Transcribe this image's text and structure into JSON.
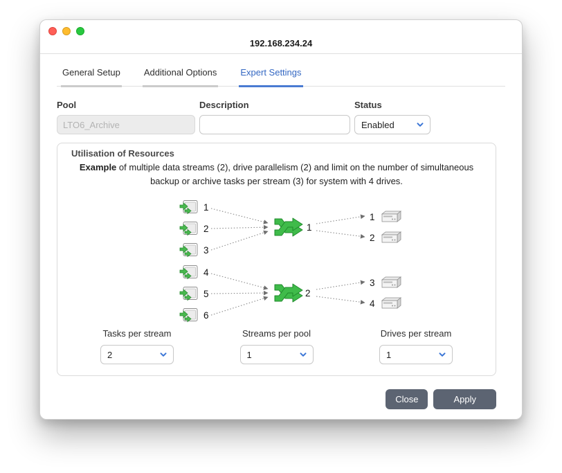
{
  "window": {
    "title": "192.168.234.24"
  },
  "tabs": [
    {
      "label": "General Setup"
    },
    {
      "label": "Additional Options"
    },
    {
      "label": "Expert Settings"
    }
  ],
  "form": {
    "pool": {
      "label": "Pool",
      "value": "LTO6_Archive"
    },
    "description": {
      "label": "Description",
      "value": ""
    },
    "status": {
      "label": "Status",
      "value": "Enabled"
    }
  },
  "resources": {
    "title": "Utilisation of Resources",
    "example_bold": "Example",
    "example_text": " of multiple data streams (2), drive parallelism (2) and limit on the number of simultaneous backup or archive tasks per stream (3) for system with 4 drives.",
    "tasks": [
      "1",
      "2",
      "3",
      "4",
      "5",
      "6"
    ],
    "streams": [
      "1",
      "2"
    ],
    "drives": [
      "1",
      "2",
      "3",
      "4"
    ],
    "selects": [
      {
        "label": "Tasks per stream",
        "value": "2"
      },
      {
        "label": "Streams per pool",
        "value": "1"
      },
      {
        "label": "Drives per stream",
        "value": "1"
      }
    ]
  },
  "footer": {
    "close_label": "Close",
    "apply_label": "Apply"
  },
  "colors": {
    "accent_blue": "#3b76d6",
    "green": "#3fbb4a",
    "button_gray": "#5c6472"
  }
}
